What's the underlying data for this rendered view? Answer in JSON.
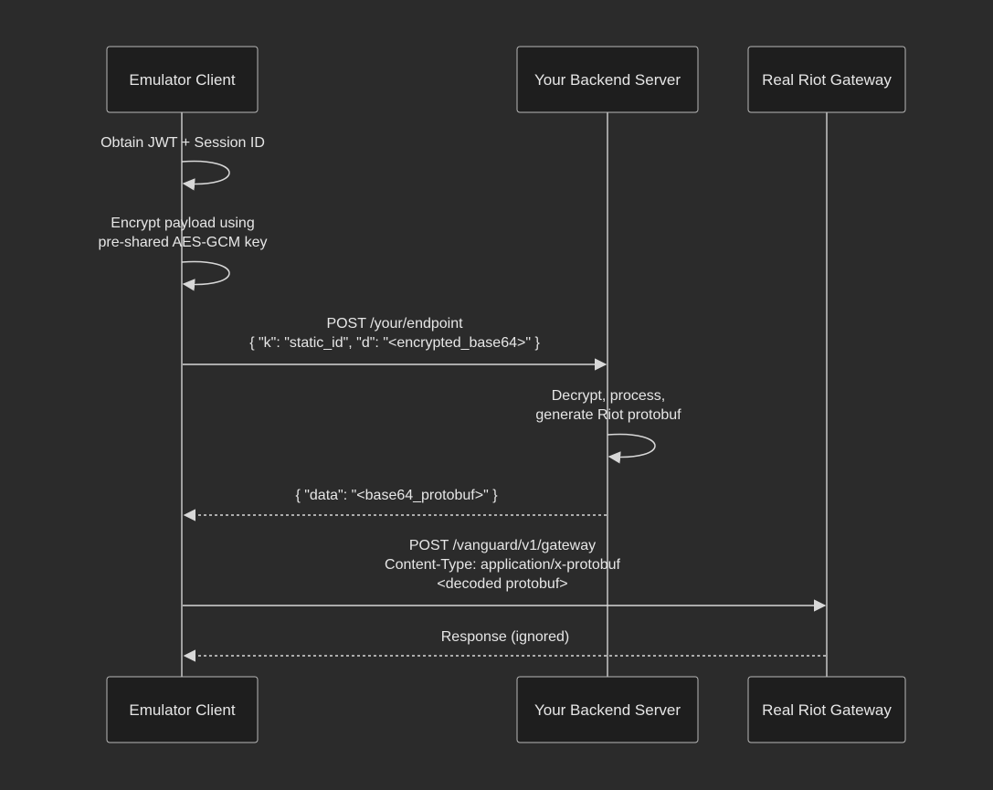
{
  "participants": [
    {
      "id": "client",
      "label": "Emulator Client"
    },
    {
      "id": "backend",
      "label": "Your Backend Server"
    },
    {
      "id": "gateway",
      "label": "Real Riot Gateway"
    }
  ],
  "messages": [
    {
      "from": "client",
      "to": "client",
      "lines": [
        "Obtain JWT + Session ID"
      ],
      "style": "solid"
    },
    {
      "from": "client",
      "to": "client",
      "lines": [
        "Encrypt payload using",
        "pre-shared AES-GCM key"
      ],
      "style": "solid"
    },
    {
      "from": "client",
      "to": "backend",
      "lines": [
        "POST /your/endpoint",
        "{ \"k\": \"static_id\", \"d\": \"<encrypted_base64>\" }"
      ],
      "style": "solid"
    },
    {
      "from": "backend",
      "to": "backend",
      "lines": [
        "Decrypt, process,",
        "generate Riot protobuf"
      ],
      "style": "solid"
    },
    {
      "from": "backend",
      "to": "client",
      "lines": [
        "{ \"data\": \"<base64_protobuf>\" }"
      ],
      "style": "dashed"
    },
    {
      "from": "client",
      "to": "gateway",
      "lines": [
        "POST /vanguard/v1/gateway",
        "Content-Type: application/x-protobuf",
        "<decoded protobuf>"
      ],
      "style": "solid"
    },
    {
      "from": "gateway",
      "to": "client",
      "lines": [
        "Response (ignored)"
      ],
      "style": "dashed"
    }
  ]
}
